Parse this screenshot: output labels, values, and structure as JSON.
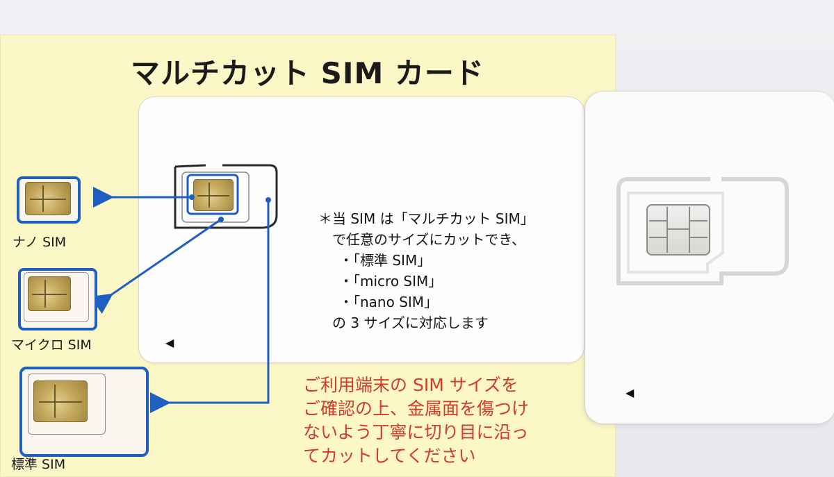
{
  "title": "マルチカット SIM カード",
  "sim_sizes": [
    {
      "label": "ナノ SIM"
    },
    {
      "label": "マイクロ SIM"
    },
    {
      "label": "標準 SIM"
    }
  ],
  "note": {
    "line1": "＊当 SIM は「マルチカット SIM」",
    "line2": "で任意のサイズにカットでき、",
    "bullets": [
      "・「標準 SIM」",
      "・「micro SIM」",
      "・「nano SIM」"
    ],
    "line3": "の 3 サイズに対応します"
  },
  "warning": {
    "lines": [
      "ご利用端末の SIM サイズを",
      "ご確認の上、金属面を傷つけ",
      "ないよう丁寧に切り目に沿っ",
      "てカットしてください"
    ]
  },
  "card_marker": "◀",
  "real_card_marker": "◀",
  "colors": {
    "paper": "#fbf7c6",
    "frame_blue": "#1f5fbf",
    "warning_red": "#d43a2b"
  },
  "icons": [
    "sim-chip-icon",
    "arrow-left-icon",
    "orientation-triangle-icon"
  ]
}
